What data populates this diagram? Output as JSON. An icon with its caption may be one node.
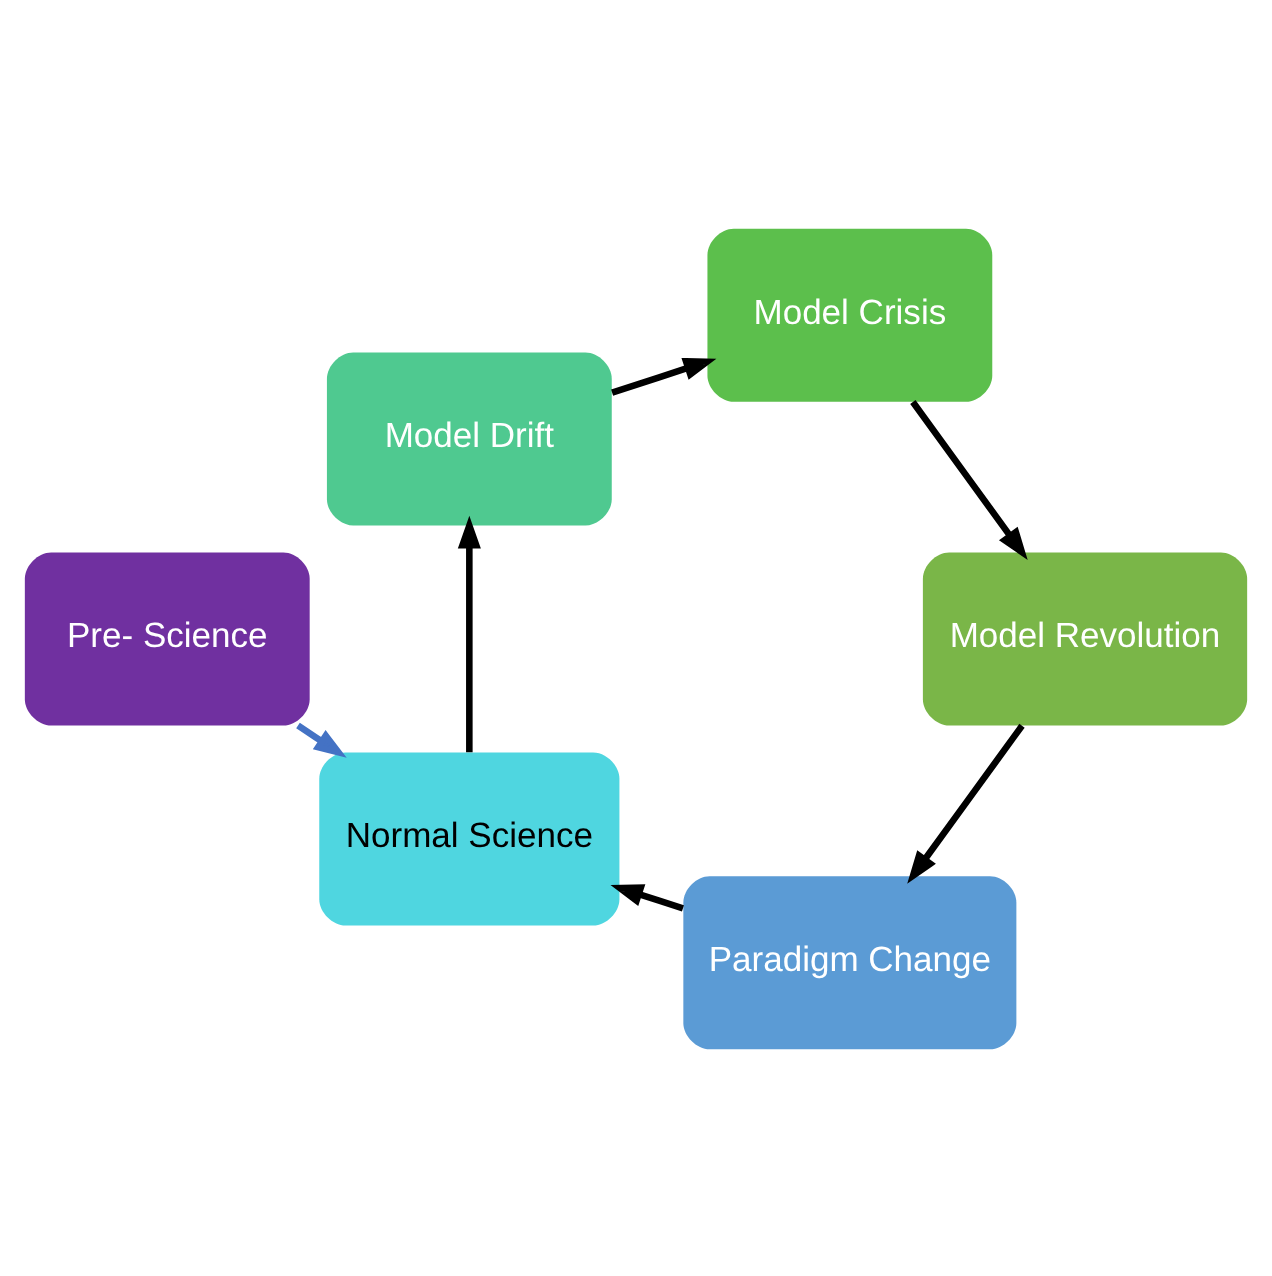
{
  "diagram": {
    "nodes": [
      {
        "text": [
          "Pre- Science"
        ]
      },
      {
        "text": [
          "Paradigm Change"
        ]
      },
      {
        "text": [
          "Normal Science"
        ]
      },
      {
        "text": [
          "Model Drift"
        ]
      },
      {
        "text": [
          "Model Crisis"
        ]
      },
      {
        "text": [
          "Model Revolution"
        ]
      }
    ],
    "edges": [
      {
        "from": 0,
        "to": 2,
        "arrow": "to",
        "color": "#4472c4"
      },
      {
        "from": 1,
        "to": 2,
        "arrow": "to"
      },
      {
        "from": 2,
        "to": 3,
        "arrow": "to"
      },
      {
        "from": 3,
        "to": 4,
        "arrow": "to"
      },
      {
        "from": 4,
        "to": 5,
        "arrow": "to"
      },
      {
        "from": 5,
        "to": 1,
        "arrow": "to"
      }
    ]
  }
}
